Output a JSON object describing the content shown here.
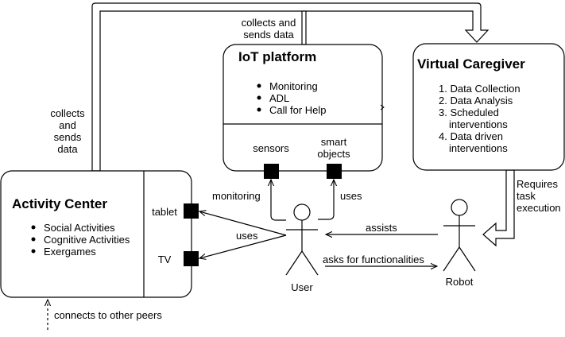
{
  "activity_center": {
    "title": "Activity Center",
    "items": [
      "Social Activities",
      "Cognitive Activities",
      "Exergames"
    ],
    "ports": {
      "tablet": "tablet",
      "tv": "TV"
    }
  },
  "iot_platform": {
    "title": "IoT platform",
    "items": [
      "Monitoring",
      "ADL",
      "Call for Help"
    ],
    "ports": {
      "sensors": "sensors",
      "smart_objects": [
        "smart",
        "objects"
      ]
    }
  },
  "virtual_caregiver": {
    "title": "Virtual Caregiver",
    "items": [
      [
        "1. Data Collection"
      ],
      [
        "2. Data Analysis"
      ],
      [
        "3. Scheduled",
        "interventions"
      ],
      [
        "4. Data driven",
        "interventions"
      ]
    ]
  },
  "actors": {
    "user": "User",
    "robot": "Robot"
  },
  "edge_labels": {
    "collects_left": [
      "collects",
      "and",
      "sends",
      "data"
    ],
    "collects_top": [
      "collects and",
      "sends data"
    ],
    "requires_task": [
      "Requires",
      "task",
      "execution"
    ],
    "monitoring": "monitoring",
    "uses_smart": "uses",
    "uses_devices": "uses",
    "assists": "assists",
    "asks_for": "asks for functionalities",
    "connects": "connects to other peers"
  },
  "colors": {
    "stroke": "#000000",
    "fill": "#ffffff",
    "port": "#000000"
  }
}
